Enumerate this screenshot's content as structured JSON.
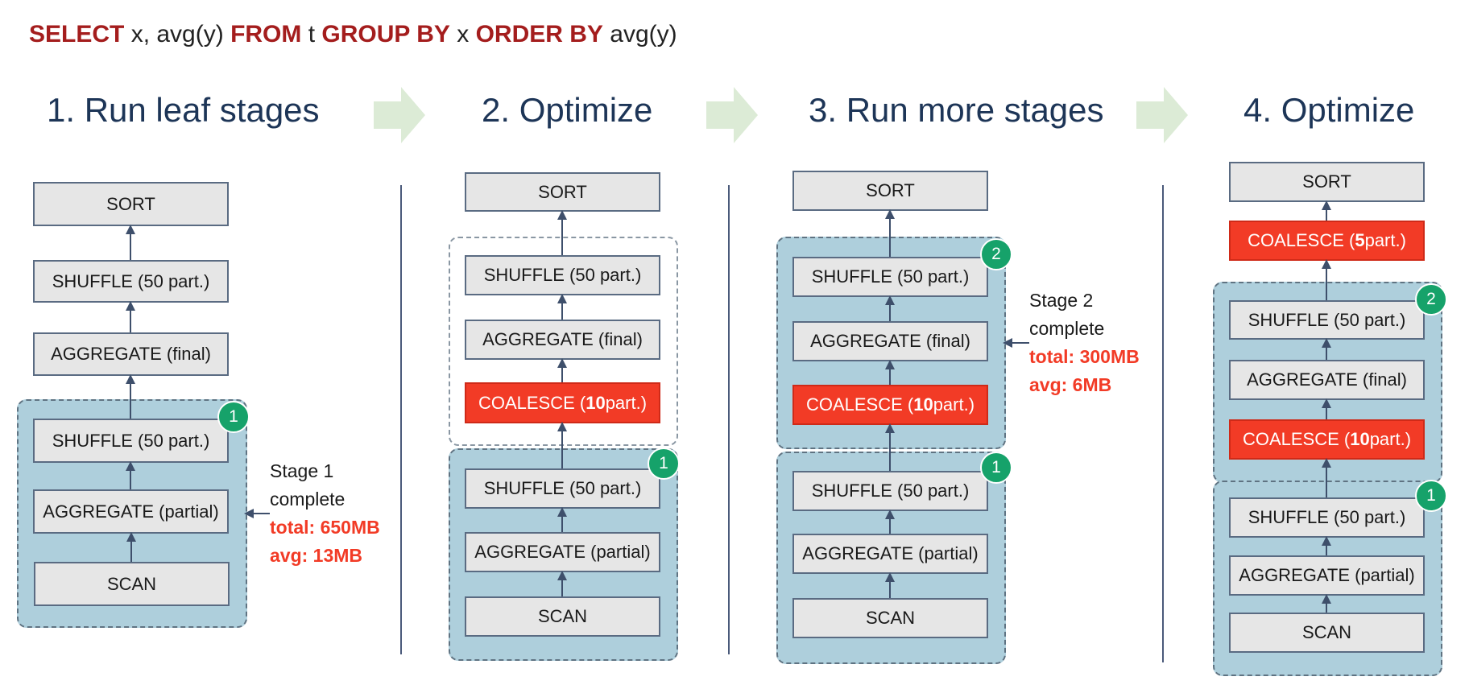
{
  "query": {
    "select_kw": "SELECT",
    "select_expr": " x, avg(y) ",
    "from_kw": "FROM",
    "from_expr": " t ",
    "group_kw": "GROUP BY",
    "group_expr": " x ",
    "order_kw": "ORDER BY",
    "order_expr": " avg(y)"
  },
  "steps": [
    {
      "title": "1.  Run leaf stages",
      "nodes": [
        "SORT",
        "SHUFFLE (50 part.)",
        "AGGREGATE (final)",
        "SHUFFLE (50 part.)",
        "AGGREGATE (partial)",
        "SCAN"
      ],
      "badges": [
        "1"
      ],
      "annotation": {
        "line1": "Stage 1",
        "line2": "complete",
        "total": "total: 650MB",
        "avg": "avg: 13MB"
      }
    },
    {
      "title": "2. Optimize",
      "nodes": [
        "SORT",
        "SHUFFLE (50 part.)",
        "AGGREGATE (final)",
        "SHUFFLE (50 part.)",
        "AGGREGATE (partial)",
        "SCAN"
      ],
      "coalesce": {
        "pre": "COALESCE (",
        "num": "10",
        "post": " part.)"
      },
      "badges": [
        "1"
      ]
    },
    {
      "title": "3. Run more stages",
      "nodes": [
        "SORT",
        "SHUFFLE (50 part.)",
        "AGGREGATE (final)",
        "SHUFFLE (50 part.)",
        "AGGREGATE (partial)",
        "SCAN"
      ],
      "coalesce": {
        "pre": "COALESCE (",
        "num": "10",
        "post": " part.)"
      },
      "badges": [
        "2",
        "1"
      ],
      "annotation": {
        "line1": "Stage 2",
        "line2": "complete",
        "total": "total: 300MB",
        "avg": "avg: 6MB"
      }
    },
    {
      "title": "4. Optimize",
      "nodes": [
        "SORT",
        "SHUFFLE (50 part.)",
        "AGGREGATE (final)",
        "SHUFFLE (50 part.)",
        "AGGREGATE (partial)",
        "SCAN"
      ],
      "coalesce_top": {
        "pre": "COALESCE (",
        "num": "5",
        "post": " part.)"
      },
      "coalesce": {
        "pre": "COALESCE (",
        "num": "10",
        "post": " part.)"
      },
      "badges": [
        "2",
        "1"
      ]
    }
  ],
  "colors": {
    "keyword": "#a41d1d",
    "title": "#1d3557",
    "stage_fill": "#aecfdc",
    "node_fill": "#e6e6e6",
    "coalesce_fill": "#f23b26",
    "badge_fill": "#16a26a",
    "step_arrow": "#dcebd6"
  }
}
